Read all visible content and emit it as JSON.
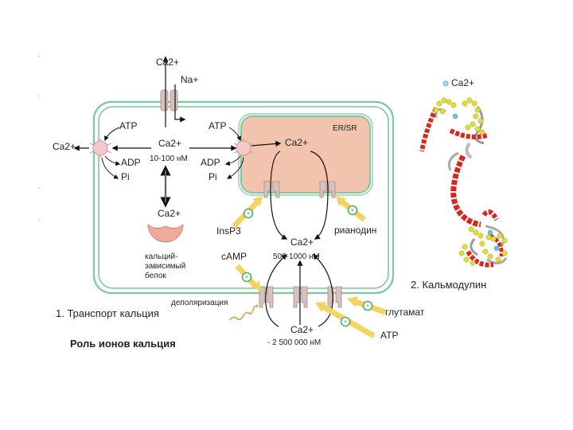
{
  "colors": {
    "membrane": "#7cc8a0",
    "er_fill": "#f2c4ae",
    "channel": "#d9c2bd",
    "pump": "#f3c9c9",
    "binding_protein": "#efaa9c",
    "stimulus_arrow": "#f4d35e",
    "stimulus_ring": "#4fae6a",
    "helix": "#d8281e",
    "calcium_ion": "#dede3a"
  },
  "diagram": {
    "top_ion": "Ca2+",
    "sodium_ion": "Na+",
    "left_ca_out": "Ca2+",
    "atp_left": "ATP",
    "adp_left": "ADP",
    "pi_left": "Pi",
    "cytosol_ca": "Ca2+",
    "cytosol_conc": "10-100 нМ",
    "atp_right": "ATP",
    "adp_right": "ADP",
    "pi_right": "Pi",
    "er_label": "ER/SR",
    "er_ca": "Ca2+",
    "protein_ca": "Ca2+",
    "protein_label_1": "кальций-",
    "protein_label_2": "зависимый",
    "protein_label_3": "белок",
    "insp3": "InsP3",
    "ryanodine": "рианодин",
    "local_ca": "Ca2+",
    "local_conc": "500-1000 нМ",
    "camp": "cAMP",
    "depolarization": "деполяризация",
    "glutamate": "глутамат",
    "atp_bottom": "ATP",
    "extracellular_ca": "Ca2+",
    "extracellular_conc": "- 2 500 000 нМ",
    "caption_1": "1. Транспорт кальция",
    "heading": "Роль ионов кальция"
  },
  "calmodulin": {
    "legend_ion": "Ca2+",
    "caption_2": "2. Кальмодулин"
  }
}
